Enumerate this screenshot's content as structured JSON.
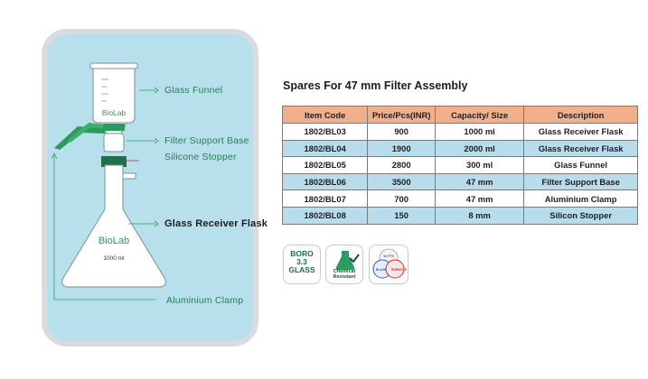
{
  "diagram": {
    "brand_top": "BioLab",
    "brand_flask": "BioLab",
    "flask_volume": "1000 ml",
    "labels": {
      "funnel": "Glass Funnel",
      "support": "Filter Support Base",
      "stopper": "Silicone Stopper",
      "flask": "Glass Receiver Flask",
      "clamp": "Aluminium Clamp"
    },
    "colors": {
      "panel": "#b7e0ec",
      "clamp": "#2b9b5e",
      "stopper": "#c9302c",
      "label_green": "#2b7a58"
    }
  },
  "section_title": "Spares For 47 mm Filter Assembly",
  "table": {
    "headers": [
      "Item Code",
      "Price/Pcs(INR)",
      "Capacity/ Size",
      "Description"
    ],
    "rows": [
      [
        "1802/BL03",
        "900",
        "1000 ml",
        "Glass Receiver Flask"
      ],
      [
        "1802/BL04",
        "1900",
        "2000 ml",
        "Glass Receiver Flask"
      ],
      [
        "1802/BL05",
        "2800",
        "300 ml",
        "Glass Funnel"
      ],
      [
        "1802/BL06",
        "3500",
        "47 mm",
        "Filter Support Base"
      ],
      [
        "1802/BL07",
        "700",
        "47 mm",
        "Aluminium Clamp"
      ],
      [
        "1802/BL08",
        "150",
        "8 mm",
        "Silicon Stopper"
      ]
    ],
    "colors": {
      "header": "#f1b08b",
      "alt_row": "#b8dcec"
    }
  },
  "badges": {
    "boro": [
      "BORO",
      "3.3",
      "GLASS"
    ],
    "chemical": [
      "Chemical",
      "Resistant"
    ],
    "cert_top": "Ve.FTS",
    "cert_left": "BLAZE",
    "cert_right": "ROBUSTE"
  }
}
